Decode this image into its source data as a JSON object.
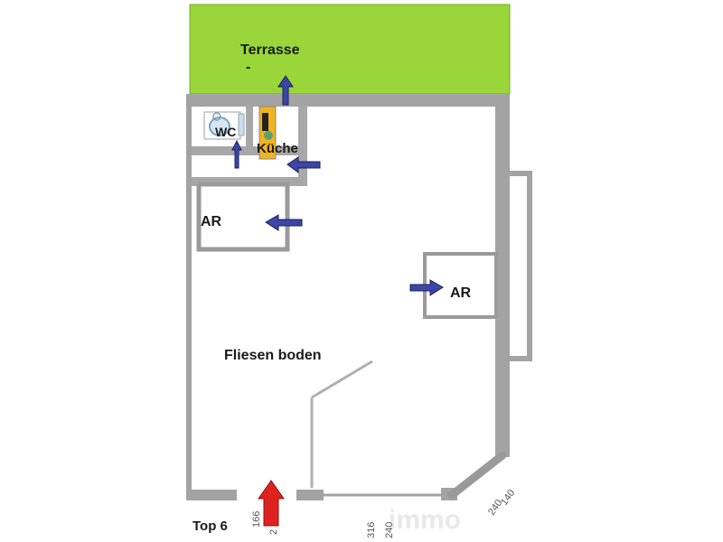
{
  "labels": {
    "terrace": "Terrasse",
    "terrace_mark": "-",
    "wc": "WC",
    "kitchen": "Küche",
    "storage_left": "AR",
    "storage_right": "AR",
    "floor": "Fliesen boden",
    "unit": "Top 6"
  },
  "dimensions": {
    "door_left": "166",
    "door_left_b": "2",
    "door_center_a": "316",
    "door_center_b": "240",
    "corner_a": "140",
    "corner_b": "240"
  },
  "watermark": "immo",
  "colors": {
    "terrace": "#99d63a",
    "wall": "#999999",
    "wall_dark": "#888888",
    "arrow_blue": "#3b46a6",
    "arrow_red": "#e0221f",
    "kitchen_unit": "#f0b321"
  }
}
